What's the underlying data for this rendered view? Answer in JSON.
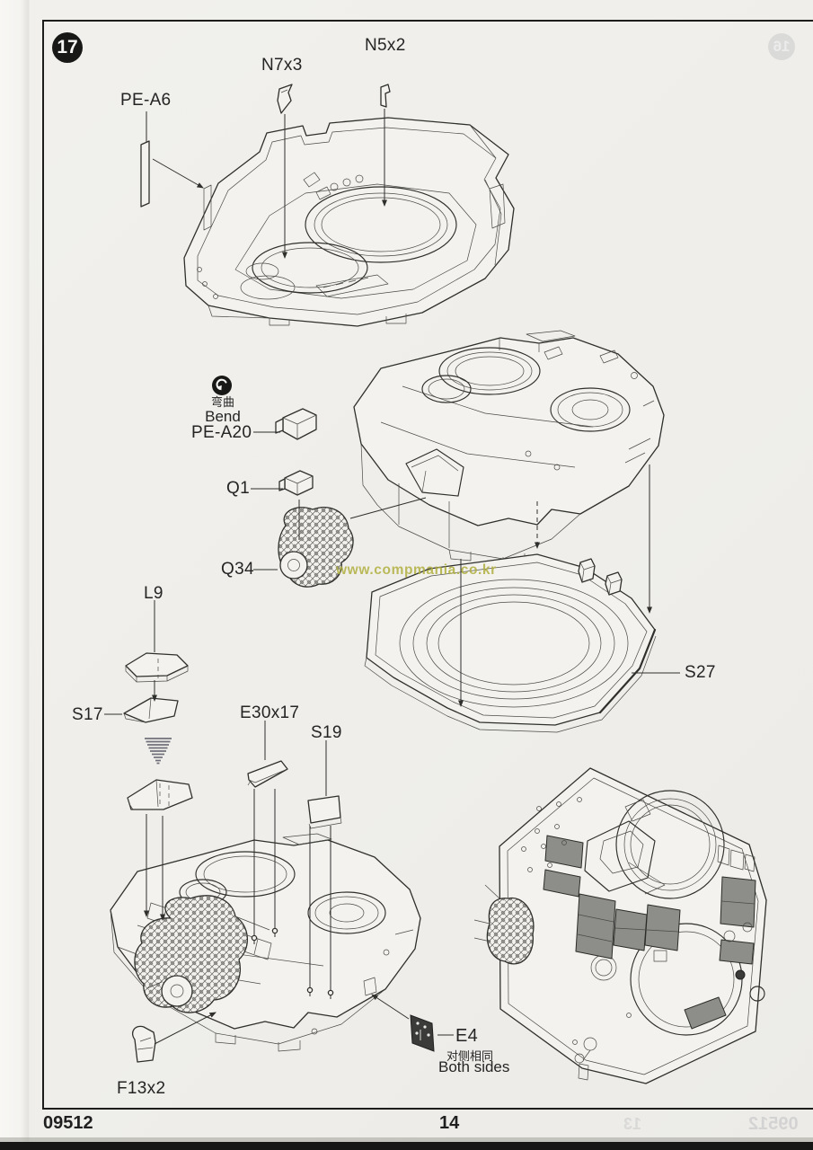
{
  "page": {
    "step_number": "17",
    "watermark": "www.compmania.co.kr",
    "footer": {
      "kit_number": "09512",
      "page_number": "14"
    },
    "bleedthrough": {
      "step_number": "16",
      "page_number": "13",
      "kit_number": "09512"
    }
  },
  "callouts": {
    "pe_a6": "PE-A6",
    "n7": "N7x3",
    "n5": "N5x2",
    "bend_zh": "弯曲",
    "bend_en": "Bend",
    "pe_a20": "PE-A20",
    "q1": "Q1",
    "q34": "Q34",
    "l9": "L9",
    "s17": "S17",
    "e30": "E30x17",
    "s19": "S19",
    "s27": "S27",
    "f13": "F13x2",
    "e4": "E4",
    "e4_note_zh": "对侧相同",
    "e4_note_en": "Both sides"
  },
  "colors": {
    "paper": "#efeeea",
    "line": "#2f2f2d",
    "watermark": "#b1b040",
    "panel_gray": "#8d8d89",
    "frame": "#1d1d1b"
  }
}
